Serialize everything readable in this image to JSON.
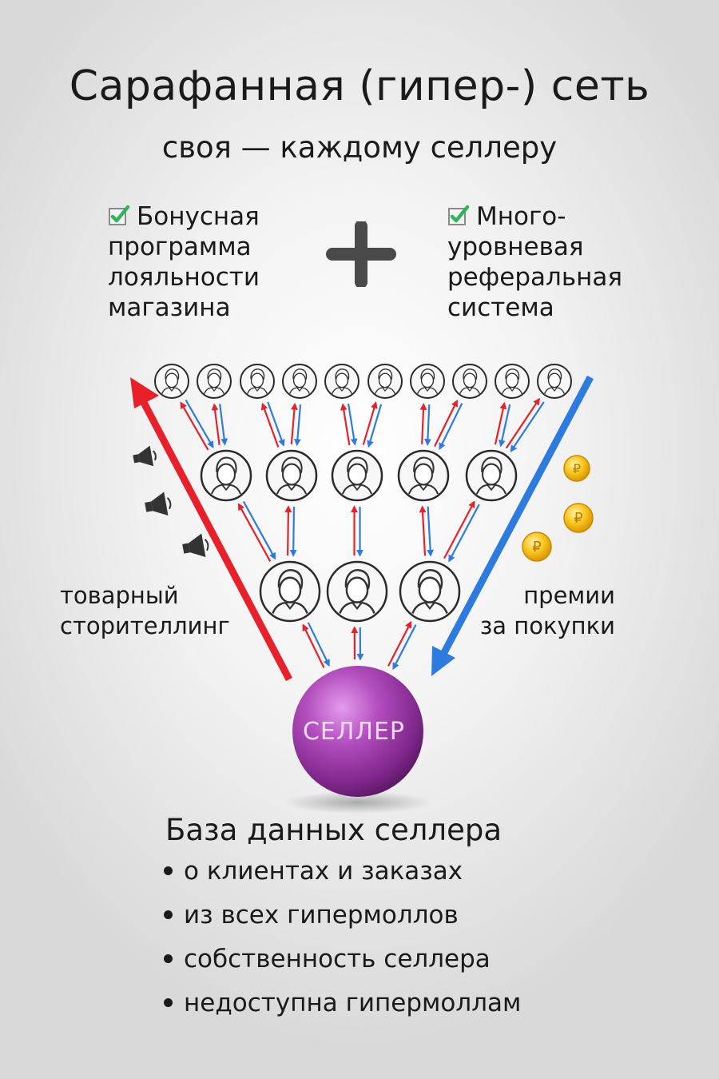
{
  "title": "Сарафанная (гипер-) сеть",
  "subtitle": "своя — каждому селлеру",
  "features": {
    "left": {
      "lines": [
        "Бонусная",
        "программа",
        "лояльности",
        "магазина"
      ],
      "icon": "checkbox-checked-icon"
    },
    "right": {
      "lines": [
        "Много-",
        "уровневая",
        "реферальная",
        "система"
      ],
      "icon": "checkbox-checked-icon"
    },
    "joiner_icon": "plus-icon"
  },
  "left_label": {
    "lines": [
      "товарный",
      "сторителлинг"
    ]
  },
  "right_label": {
    "lines": [
      "премии",
      "за покупки"
    ]
  },
  "seller": {
    "label": "СЕЛЛЕР"
  },
  "database": {
    "title": "База данных селлера",
    "items": [
      "о клиентах и заказах",
      "из всех гипермоллов",
      "собственность селлера",
      "недоступна гипермоллам"
    ]
  },
  "colors": {
    "red_arrow": "#e8202a",
    "blue_arrow": "#2e7be0",
    "seller_sphere": "#9b3ea6",
    "check_green": "#2fb45a",
    "coin": "#f2b705"
  }
}
